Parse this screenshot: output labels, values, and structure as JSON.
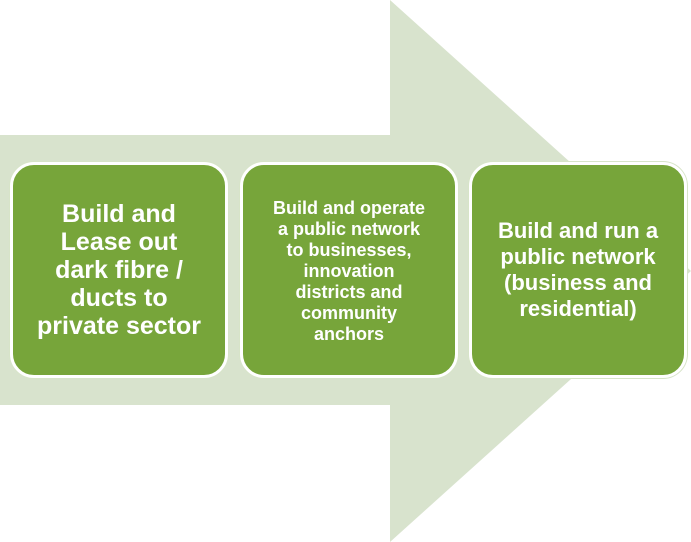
{
  "colors": {
    "arrow": "#d8e3cd",
    "box_fill": "#77a53a",
    "box_border": "#ffffff",
    "text": "#ffffff"
  },
  "steps": [
    {
      "text": "Build and\nLease out\ndark fibre /\nducts to\nprivate sector"
    },
    {
      "text": "Build and operate\na public network\nto businesses,\ninnovation\ndistricts and\ncommunity\nanchors"
    },
    {
      "text": "Build and run a\npublic network\n(business and\nresidential)"
    }
  ]
}
